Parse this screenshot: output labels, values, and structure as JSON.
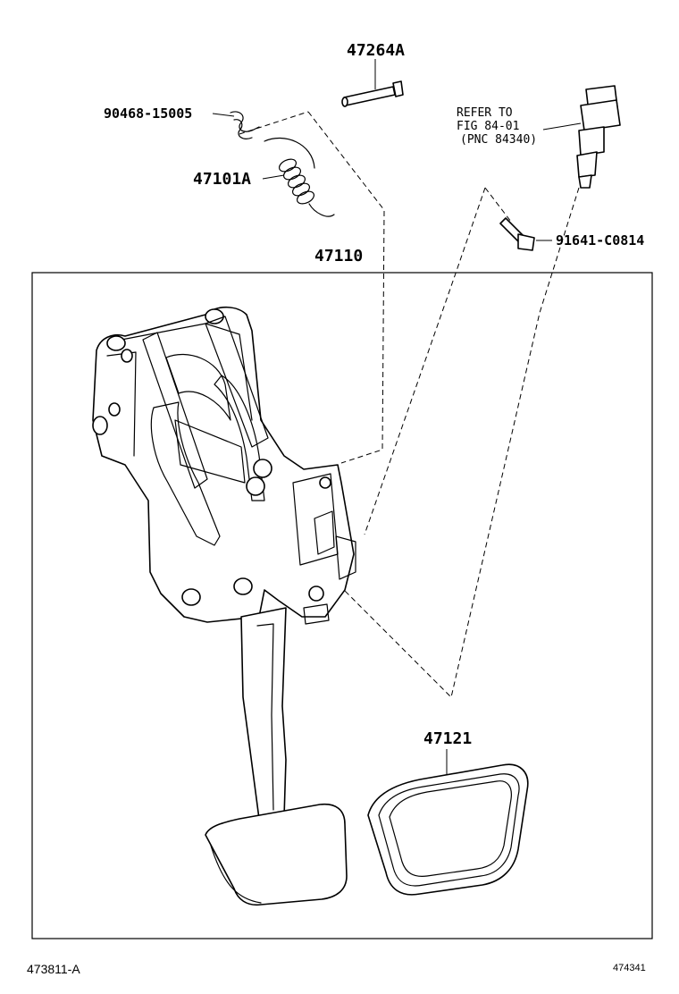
{
  "parts": {
    "pin": "47264A",
    "clip": "90468-15005",
    "spring": "47101A",
    "pedal_assembly": "47110",
    "bolt": "91641-C0814",
    "pedal_pad": "47121"
  },
  "switch_reference": {
    "line1": "REFER TO",
    "line2": "FIG 84-01",
    "line3": "(PNC 84340)"
  },
  "footer": {
    "left_code": "473811-A",
    "right_code": "474341"
  }
}
